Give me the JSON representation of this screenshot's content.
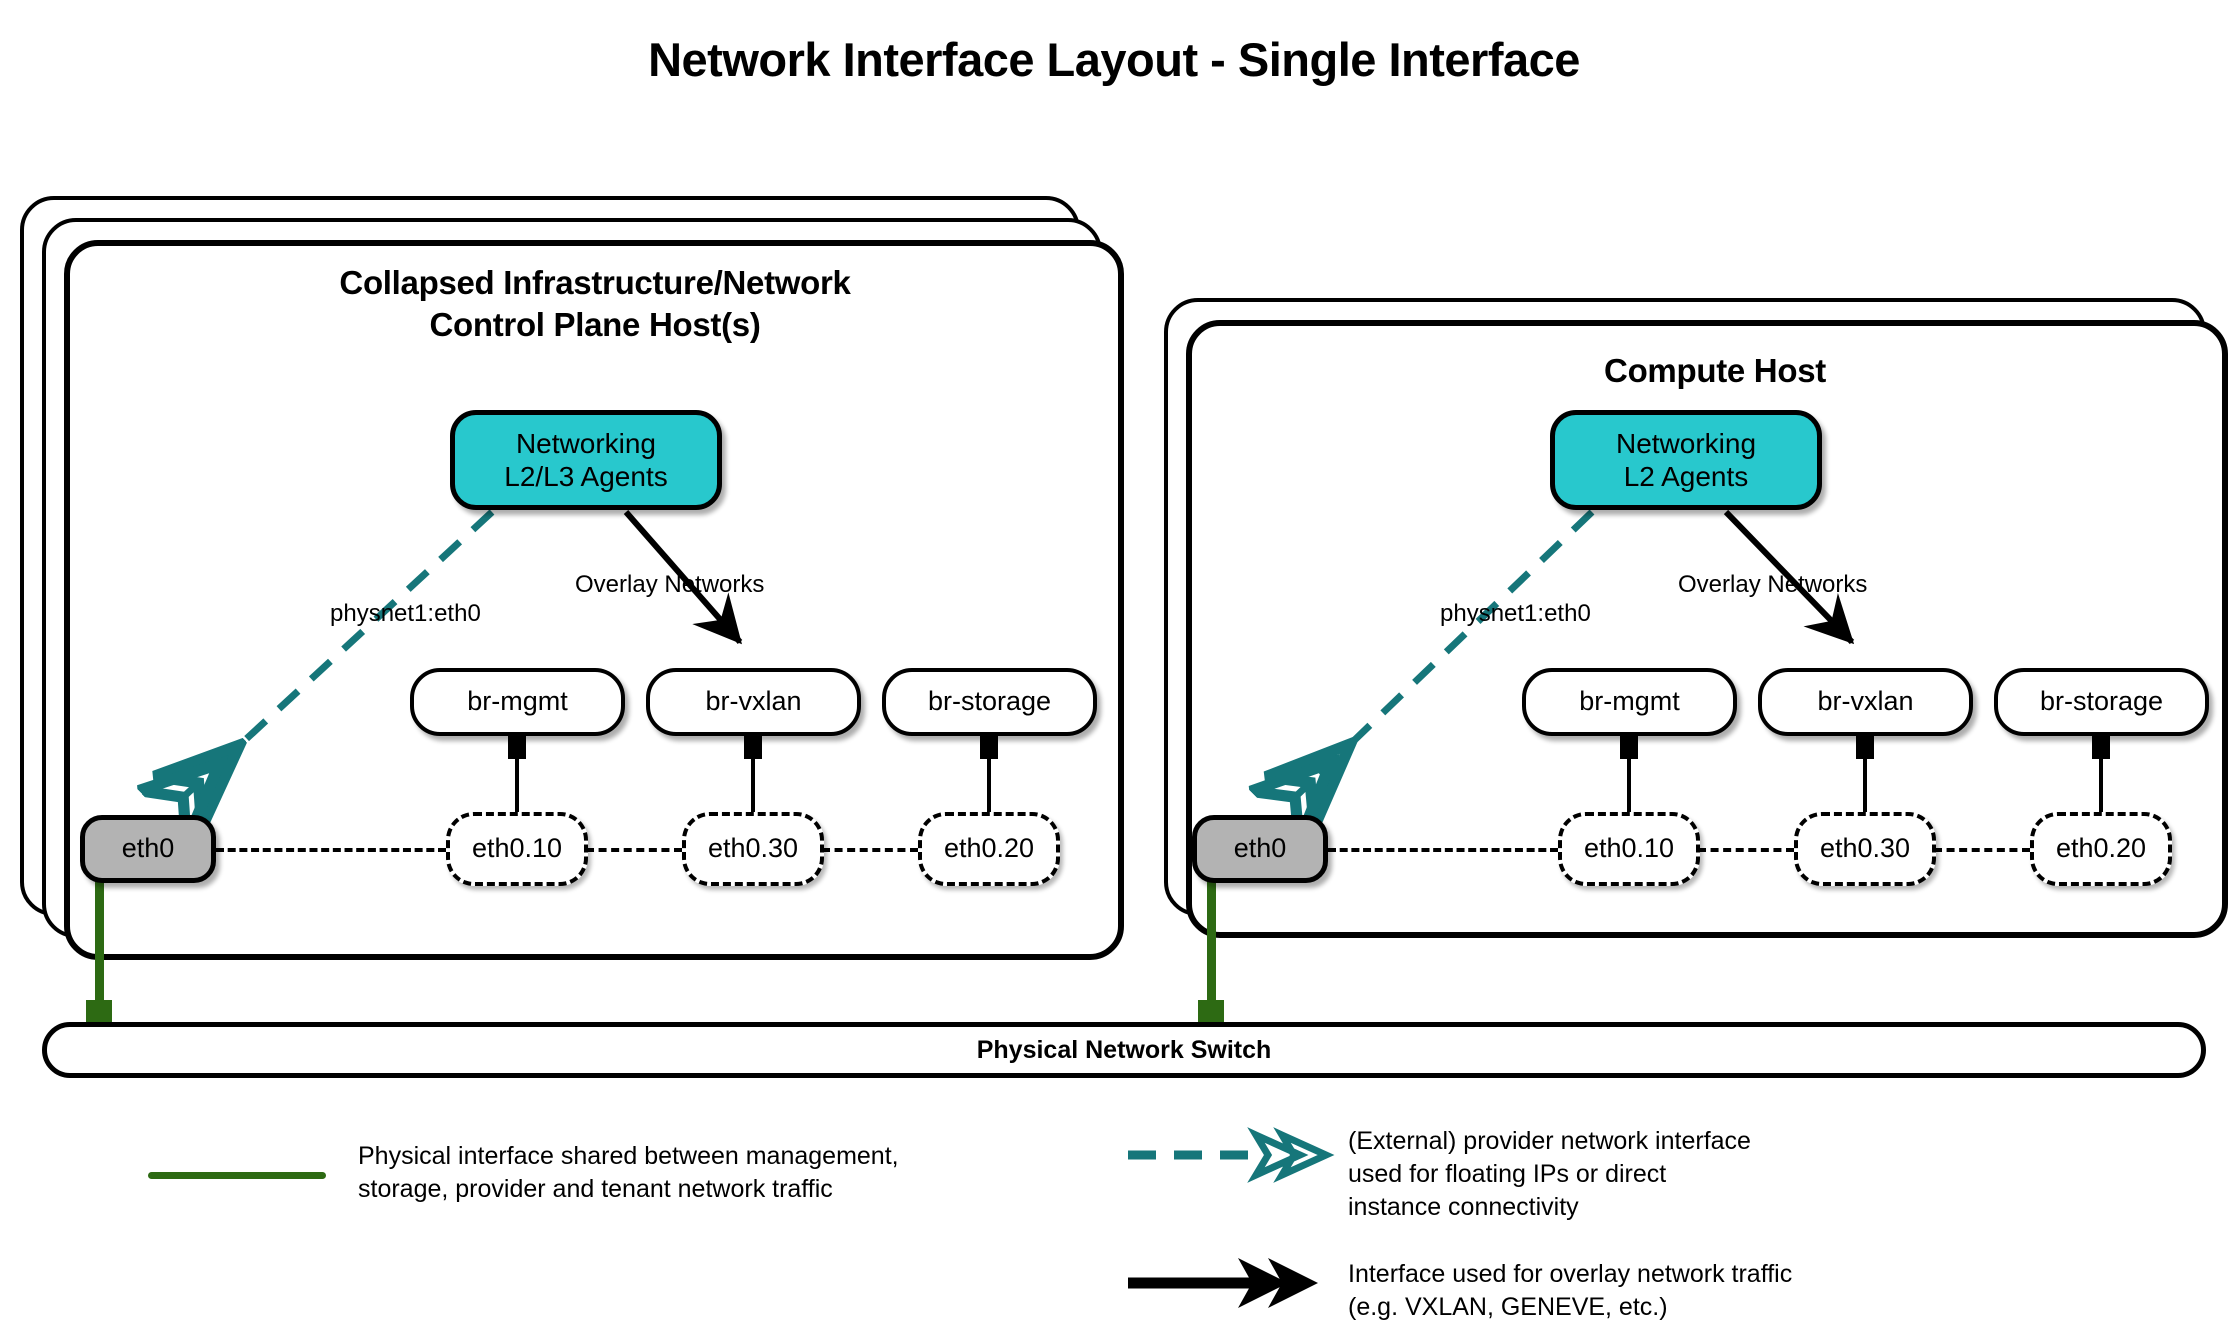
{
  "diagram": {
    "title": "Network Interface Layout - Single Interface",
    "colors": {
      "agents_fill": "#28c8cd",
      "physical_nic_fill": "#b3b3b3",
      "provider_dash": "#16767a",
      "physical_link": "#2d6a13",
      "overlay_arrow": "#000000"
    }
  },
  "hosts": [
    {
      "id": "control-plane",
      "title": "Collapsed Infrastructure/Network\nControl Plane Host(s)",
      "stack_count": 3,
      "agents": {
        "label": "Networking\nL2/L3 Agents"
      },
      "edge_labels": {
        "provider": "physnet1:eth0",
        "overlay": "Overlay Networks"
      },
      "physical_nic": "eth0",
      "bridges": [
        {
          "bridge": "br-mgmt",
          "vlan": "eth0.10"
        },
        {
          "bridge": "br-vxlan",
          "vlan": "eth0.30"
        },
        {
          "bridge": "br-storage",
          "vlan": "eth0.20"
        }
      ]
    },
    {
      "id": "compute",
      "title": "Compute Host",
      "stack_count": 2,
      "agents": {
        "label": "Networking\nL2 Agents"
      },
      "edge_labels": {
        "provider": "physnet1:eth0",
        "overlay": "Overlay Networks"
      },
      "physical_nic": "eth0",
      "bridges": [
        {
          "bridge": "br-mgmt",
          "vlan": "eth0.10"
        },
        {
          "bridge": "br-vxlan",
          "vlan": "eth0.30"
        },
        {
          "bridge": "br-storage",
          "vlan": "eth0.20"
        }
      ]
    }
  ],
  "switch": {
    "label": "Physical Network Switch"
  },
  "legend": [
    {
      "id": "physical-interface",
      "marker": "green-solid-line",
      "text": "Physical interface shared between management,\nstorage, provider and tenant network traffic"
    },
    {
      "id": "provider-interface",
      "marker": "teal-dashed-double-arrow",
      "text": "(External) provider network interface\nused for floating IPs or direct\ninstance connectivity"
    },
    {
      "id": "overlay-interface",
      "marker": "black-solid-double-arrow",
      "text": "Interface used for overlay network traffic\n(e.g. VXLAN, GENEVE, etc.)"
    }
  ]
}
